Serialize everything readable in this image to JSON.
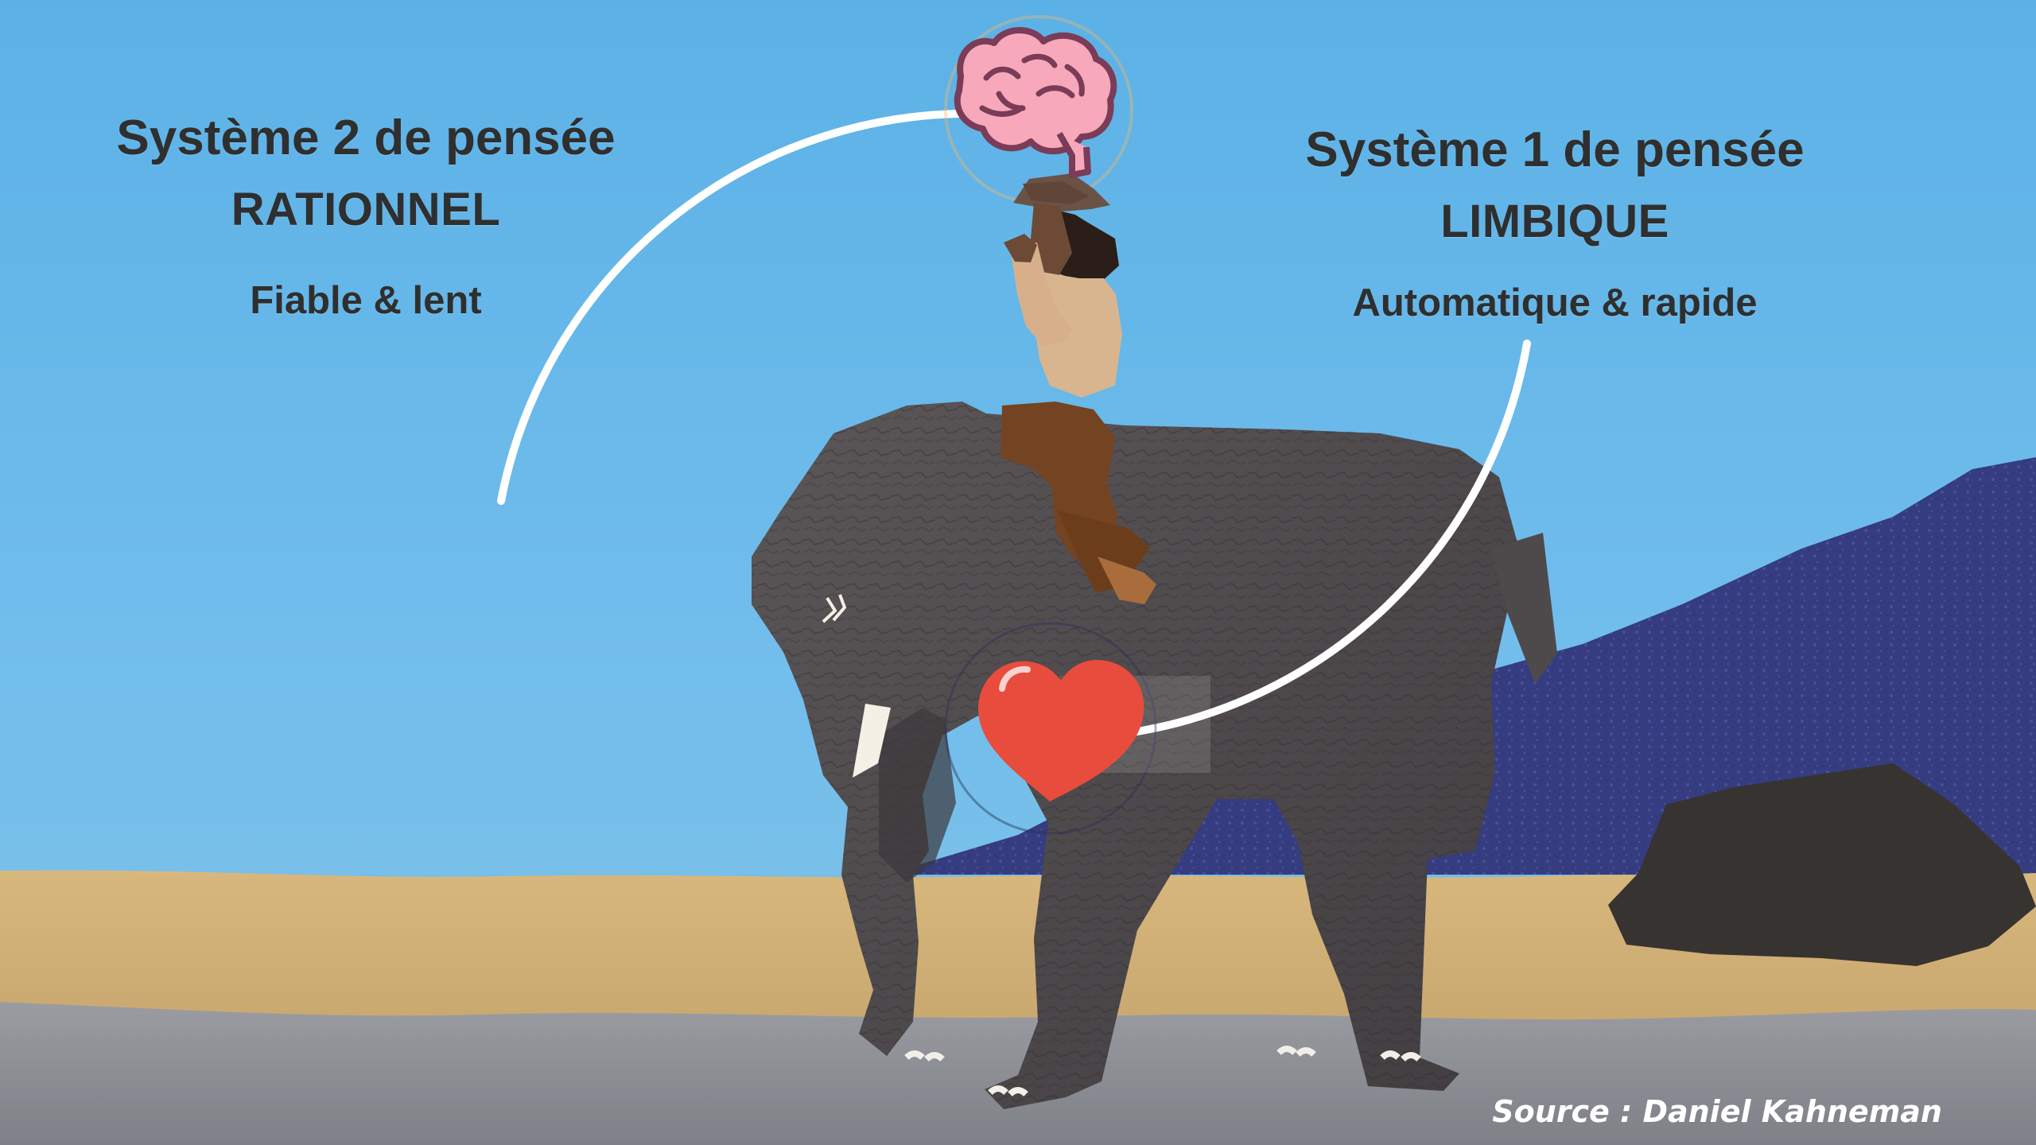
{
  "left_block": {
    "heading": "Système 2 de pensée",
    "label": "RATIONNEL",
    "description": "Fiable & lent"
  },
  "right_block": {
    "heading": "Système 1 de pensée",
    "label": "LIMBIQUE",
    "description": "Automatique & rapide"
  },
  "source": "Source : Daniel Kahneman",
  "icons": {
    "brain": "brain-icon",
    "heart": "heart-icon",
    "elephant": "elephant-illustration",
    "rider": "rider-illustration"
  },
  "colors": {
    "sky": "#6ab8e6",
    "ground_sand": "#d2b077",
    "ground_stone": "#8b8d93",
    "hill": "#343a7b",
    "elephant": "#4f4a4c",
    "heart": "#e84c3d",
    "brain": "#f5a1b4",
    "text": "#2f2f2f",
    "arc": "#ffffff"
  }
}
